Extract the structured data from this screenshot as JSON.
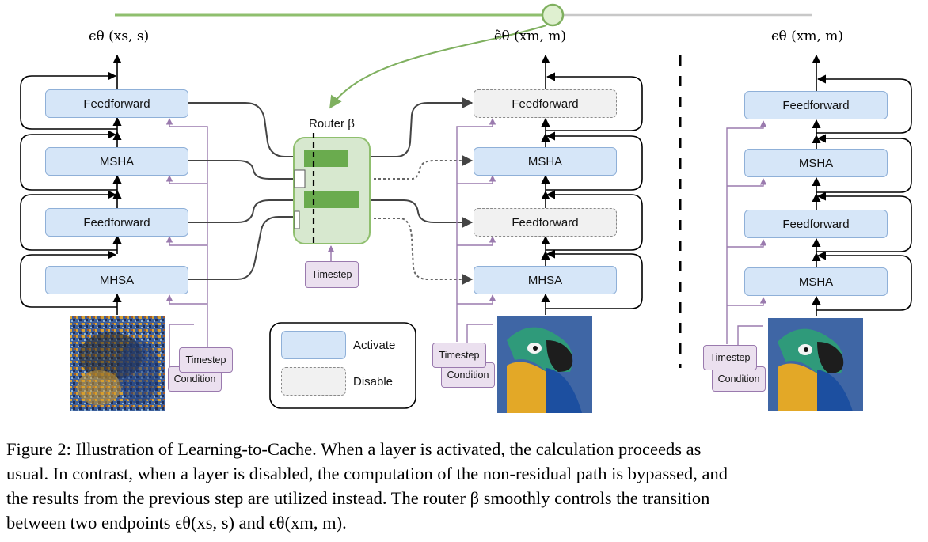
{
  "figure": {
    "outputs": {
      "left": "ϵθ (xs, s)",
      "middle": "ϵ̃θ (xm, m)",
      "right": "ϵθ (xm, m)"
    },
    "left_stack": [
      "Feedforward",
      "MSHA",
      "Feedforward",
      "MHSA"
    ],
    "middle_stack": [
      "Feedforward",
      "MSHA",
      "Feedforward",
      "MHSA"
    ],
    "middle_states": [
      "disabled",
      "active",
      "disabled",
      "active"
    ],
    "right_stack": [
      "Feedforward",
      "MSHA",
      "Feedforward",
      "MSHA"
    ],
    "router_label": "Router β",
    "timestep_label": "Timestep",
    "condition_label": "Condition",
    "legend": {
      "activate": "Activate",
      "disable": "Disable"
    },
    "colors": {
      "active_fill": "#d6e6f8",
      "disabled_fill": "#f1f1f1",
      "router_fill": "#d7e8cf",
      "router_bar": "#6aab4e",
      "slider": "#8fbf6e",
      "purple": "#9a7aae"
    }
  },
  "caption": {
    "line1": "Figure 2: Illustration of Learning-to-Cache. When a layer is activated, the calculation proceeds as",
    "line2": "usual. In contrast, when a layer is disabled, the computation of the non-residual path is bypassed, and",
    "line3": "the results from the previous step are utilized instead. The router β smoothly controls the transition",
    "line4": "between two endpoints ϵθ(xs, s) and ϵθ(xm, m)."
  }
}
